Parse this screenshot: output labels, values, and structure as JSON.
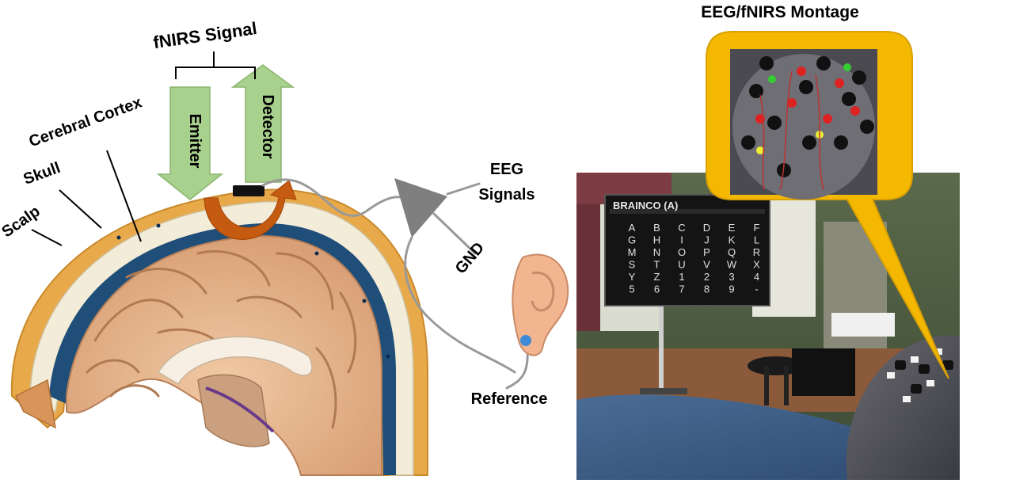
{
  "title": "EEG/fNIRS Montage",
  "labels": {
    "fnirs_signal": "fNIRS Signal",
    "emitter": "Emitter",
    "detector": "Detector",
    "cerebral_cortex": "Cerebral Cortex",
    "skull": "Skull",
    "scalp": "Scalp",
    "eeg_signals_line1": "EEG",
    "eeg_signals_line2": "Signals",
    "gnd": "GND",
    "reference": "Reference"
  },
  "speller": {
    "header": "BRAINCO (A)",
    "columns": [
      [
        "A",
        "G",
        "M",
        "S",
        "Y",
        "5"
      ],
      [
        "B",
        "H",
        "N",
        "T",
        "Z",
        "6"
      ],
      [
        "C",
        "I",
        "O",
        "U",
        "1",
        "7"
      ],
      [
        "D",
        "J",
        "P",
        "V",
        "2",
        "8"
      ],
      [
        "E",
        "K",
        "Q",
        "W",
        "3",
        "9"
      ],
      [
        "F",
        "L",
        "R",
        "X",
        "4",
        "-"
      ]
    ]
  },
  "colors": {
    "arrow_green": "#a9d18e",
    "callout_gold": "#f5b800",
    "optode_arrow": "#c55a11",
    "scalp": "#e8a94a",
    "cortex": "#e9b98f",
    "csf_blue": "#1f4e79"
  }
}
